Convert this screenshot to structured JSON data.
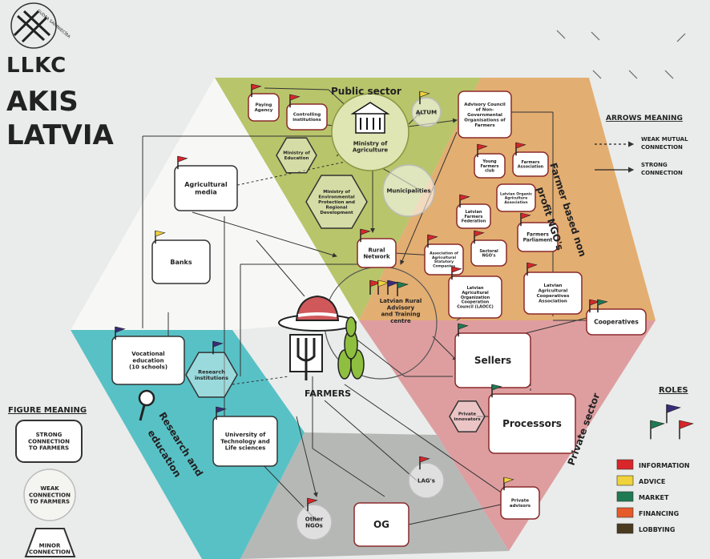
{
  "logo": {
    "brand": "LLKC",
    "ring_text": "GUDRA SAIMNIECĪBA"
  },
  "title": {
    "line1": "AKIS",
    "line2": "LATVIA"
  },
  "sectors": {
    "public": "Public sector",
    "ngo_line1": "Farmer based non",
    "ngo_line2": "profit NGO's",
    "private": "Private sector",
    "research_line1": "Research and",
    "research_line2": "education",
    "farmers": "FARMERS"
  },
  "nodes": {
    "paying_agency": [
      "Paying",
      "Agency"
    ],
    "controlling_institutions": [
      "Controlling",
      "institutions"
    ],
    "ministry_agriculture": [
      "Ministry of",
      "Agriculture"
    ],
    "altum": [
      "ALTUM"
    ],
    "advisory_council": [
      "Advisory Council",
      "of Non-",
      "Governmental",
      "Organisations of",
      "Farmers"
    ],
    "ministry_education": [
      "Ministry of",
      "Education"
    ],
    "ministry_environment": [
      "Ministry of",
      "Environmental",
      "Protection and",
      "Regional",
      "Development"
    ],
    "municipalities": [
      "Municipalities"
    ],
    "young_farmers": [
      "Young",
      "Farmers",
      "club"
    ],
    "farmers_association": [
      "Farmers",
      "Association"
    ],
    "latvian_organic": [
      "Latvian Organic",
      "Agriculture",
      "Association"
    ],
    "latvian_farmers_federation": [
      "Latvian",
      "Farmers",
      "Federation"
    ],
    "farmers_parliament": [
      "Farmers",
      "Parliament"
    ],
    "statutory_companies": [
      "Association of",
      "Agricultural",
      "Statutory",
      "Companies"
    ],
    "sectoral_ngos": [
      "Sectoral",
      "NGO's"
    ],
    "laocc": [
      "Latvian",
      "Agricultural",
      "Organization",
      "Cooperation",
      "Council (LAOCC)"
    ],
    "cooperatives_association": [
      "Latvian",
      "Agricultural",
      "Cooperatives",
      "Association"
    ],
    "agricultural_media": [
      "Agricultural",
      "media"
    ],
    "banks": [
      "Banks"
    ],
    "rural_network": [
      "Rural",
      "Network"
    ],
    "latvian_rural_advisory": [
      "Latvian Rural",
      "Advisory",
      "and Training",
      "centre"
    ],
    "cooperatives": [
      "Cooperatives"
    ],
    "sellers": [
      "Sellers"
    ],
    "processors": [
      "Processors"
    ],
    "private_innovators": [
      "Private",
      "innovators"
    ],
    "vocational_education": [
      "Vocational",
      "education",
      "(10 schools)"
    ],
    "research_institutions": [
      "Research",
      "institutions"
    ],
    "university": [
      "University of",
      "Technology and",
      "Life sciences"
    ],
    "lags": [
      "LAG's"
    ],
    "other_ngos": [
      "Other",
      "NGOs"
    ],
    "og": [
      "OG"
    ],
    "private_advisors": [
      "Private",
      "advisors"
    ]
  },
  "arrows_legend": {
    "title": "ARROWS MEANING",
    "weak": [
      "WEAK MUTUAL",
      "CONNECTION"
    ],
    "strong": [
      "STRONG",
      "CONNECTION"
    ]
  },
  "figure_legend": {
    "title": "FIGURE MEANING",
    "strong": [
      "STRONG",
      "CONNECTION",
      "TO FARMERS"
    ],
    "weak": [
      "WEAK",
      "CONNECTION",
      "TO FARMERS"
    ],
    "minor": [
      "MINOR",
      "CONNECTION"
    ]
  },
  "roles": {
    "title": "ROLES",
    "items": [
      {
        "label": "INFORMATION",
        "color": "#d8262b"
      },
      {
        "label": "ADVICE",
        "color": "#f0d23c"
      },
      {
        "label": "MARKET",
        "color": "#1f7a53"
      },
      {
        "label": "FINANCING",
        "color": "#e65a2a"
      },
      {
        "label": "LOBBYING",
        "color": "#4a3a1e"
      }
    ]
  },
  "colors": {
    "public": "#b9c56a",
    "ngo": "#e3ae72",
    "private": "#de9ea0",
    "research": "#58c1c6",
    "grey": "#b6b8b6",
    "flag_red": "#d8262b",
    "flag_yellow": "#f0d23c",
    "flag_green": "#1f7a53",
    "flag_purple": "#3a2b7a"
  }
}
